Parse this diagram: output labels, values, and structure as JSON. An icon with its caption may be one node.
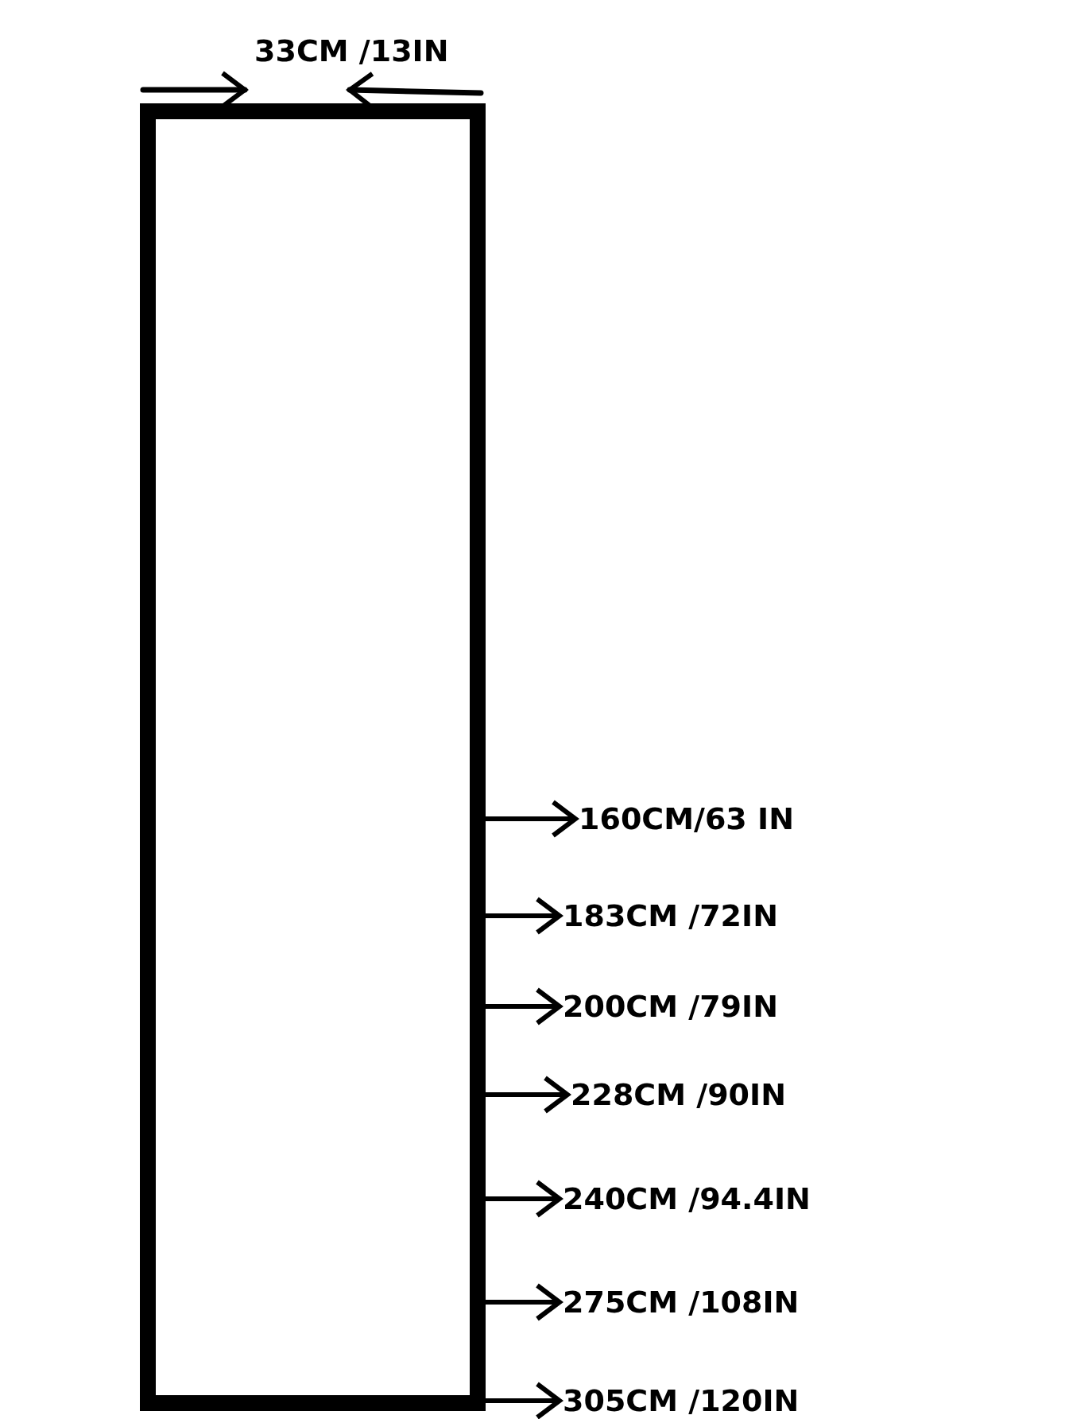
{
  "diagram": {
    "nodes": [
      {
        "text": [],
        "shape": "box"
      },
      {
        "text": [
          "160CM/63 IN"
        ]
      },
      {
        "text": [
          "183CM /72IN"
        ]
      },
      {
        "text": [
          "200CM /79IN"
        ]
      },
      {
        "text": [
          "228CM /90IN"
        ]
      },
      {
        "text": [
          "240CM /94.4IN"
        ]
      },
      {
        "text": [
          "275CM /108IN"
        ]
      },
      {
        "text": [
          "305CM /120IN"
        ]
      }
    ],
    "edges": [
      {
        "from": 0,
        "to": 1,
        "arrow": "to"
      },
      {
        "from": 0,
        "to": 2,
        "arrow": "to"
      },
      {
        "from": 0,
        "to": 3,
        "arrow": "to"
      },
      {
        "from": 0,
        "to": 4,
        "arrow": "to"
      },
      {
        "from": 0,
        "to": 5,
        "arrow": "to"
      },
      {
        "from": 0,
        "to": 6,
        "arrow": "to"
      },
      {
        "from": 0,
        "to": 7,
        "arrow": "to"
      }
    ],
    "labels": [
      "33CM /13IN"
    ]
  }
}
